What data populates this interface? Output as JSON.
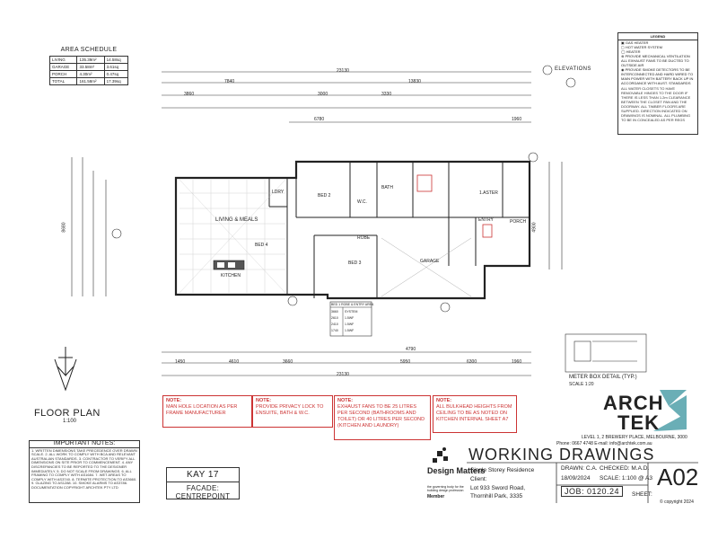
{
  "area_schedule": {
    "title": "AREA SCHEDULE",
    "rows": [
      {
        "name": "LIVING",
        "m2": "135.39m²",
        "sq": "14.58sq"
      },
      {
        "name": "GARAGE",
        "m2": "33.58m²",
        "sq": "3.61sq"
      },
      {
        "name": "PORCH",
        "m2": "4.30m²",
        "sq": "0.47sq"
      },
      {
        "name": "TOTAL",
        "m2": "161.58m²",
        "sq": "17.39sq"
      }
    ]
  },
  "legend": {
    "title": "LEGEND",
    "items": [
      "GAS HEATER",
      "HOT WATER SYSTEM",
      "HEATER",
      "PROVIDE MECHANICAL VENTILATION ALL EXHAUST FANS TO BE DUCTED TO OUTSIDE AIR",
      "PROVIDE SMOKE DETECTORS TO BE INTERCONNECTED AND HARD WIRED TO MAIN POWER WITH BATTERY BACK UP IN ACCORDANCE WITH AUST. STANDARDS"
    ],
    "note": "ALL WATER CLOSETS TO HAVE REMOVABLE HINGES TO THE DOOR IF THERE IS LESS THAN 1.2m CLEARANCE BETWEEN THE CLOSET PAN AND THE DOORWAY. ALL TIMBER FLOORS ARE SUPPLIED. DIRECTION INDICATED ON DRAWINGS IS NOMINAL. ALL PLUMBING TO BE IN CONCEALED AS PER REGS"
  },
  "plan": {
    "rooms": {
      "living": "LIVING & MEALS",
      "kitchen": "KITCHEN",
      "bed4": "BED 4",
      "bed3": "BED 3",
      "bed2": "BED 2",
      "master": "1.ASTER",
      "ldry": "LDRY",
      "bath": "BATH",
      "garage": "GARAGE",
      "robe": "ROBE",
      "entry": "ENTRY",
      "porch": "PORCH",
      "wc": "W.C."
    },
    "dims": {
      "overall_top": "23130",
      "overall_bottom": "23130",
      "d1": "7840",
      "d2": "13830",
      "d3": "3860",
      "d4": "6780",
      "d5": "3000",
      "d6": "3330",
      "d7": "4790",
      "d8": "6300",
      "d9": "1960",
      "d10": "5950",
      "d11": "4900",
      "d12": "8680",
      "d13": "4610",
      "d14": "3660",
      "d15": "1450"
    },
    "elevations_label": "ELEVATIONS",
    "door_schedule": {
      "title": "BED 1 ROBE & ENTRY AREA",
      "rows": [
        [
          "3660",
          "SYSTEM"
        ],
        [
          "2610",
          "1.5WF"
        ],
        [
          "2410",
          "1.5WF"
        ],
        [
          "1740",
          "1.5WF"
        ]
      ]
    }
  },
  "floor_plan": {
    "title": "FLOOR PLAN",
    "scale": "1:100"
  },
  "meter_box": {
    "label": "METER BOX DETAIL (TYP.)",
    "scale": "SCALE 1:20"
  },
  "red_notes": [
    {
      "label": "NOTE:",
      "text": "MAN HOLE LOCATION AS PER FRAME MANUFACTURER"
    },
    {
      "label": "NOTE:",
      "text": "PROVIDE PRIVACY LOCK TO ENSUITE, BATH & W.C."
    },
    {
      "label": "NOTE:",
      "text": "EXHAUST FANS TO BE 25 LITRES PER SECOND (BATHROOMS AND TOILET) OR 40 LITRES PER SECOND (KITCHEN AND LAUNDRY)"
    },
    {
      "label": "NOTE:",
      "text": "ALL BULKHEAD HEIGHTS FROM CEILING TO BE AS NOTED ON KITCHEN INTERNAL SHEET A7"
    }
  ],
  "important_notes": {
    "title": "IMPORTANT NOTES:",
    "text": "1. WRITTEN DIMENSIONS TAKE PRECEDENCE OVER DRAWN SCALE. 2. ALL WORK TO COMPLY WITH BCA AND RELEVANT AUSTRALIAN STANDARDS. 3. CONTRACTOR TO VERIFY ALL DIMENSIONS ON SITE PRIOR TO COMMENCEMENT. 4. ANY DISCREPANCIES TO BE REPORTED TO THE DESIGNER IMMEDIATELY. 5. DO NOT SCALE FROM DRAWINGS. 6. ALL FRAMING TO COMPLY WITH AS1684. 7. WET AREAS TO COMPLY WITH AS3740. 8. TERMITE PROTECTION TO AS3660. 9. GLAZING TO AS1288. 10. SMOKE ALARMS TO AS3786. DOCUMENTATION COPYRIGHT ARCHTEK PTY LTD"
  },
  "project": {
    "name": "KAY 17",
    "facade": "FACADE: CENTREPOINT"
  },
  "design_matters": {
    "title": "Design Matters",
    "sub": "the governing body for the building design profession",
    "member": "Member"
  },
  "firm": {
    "name_top": "ARCH",
    "name_bottom": "TEK",
    "address": "LEVEL 1, 2 BREWERY PLACE, MELBOURNE, 3000",
    "contact": "Phone: 0667 4748 E-mail: info@archtek.com.au"
  },
  "title_block": {
    "heading": "WORKING DRAWINGS",
    "description": "Single Storey Residence",
    "client_label": "Client:",
    "address_line1": "Lot 933 Sword Road,",
    "address_line2": "Thornhill Park, 3335",
    "drawn": "DRAWN: C.A.",
    "checked": "CHECKED: M.A.D.",
    "date": "18/09/2024",
    "scale": "SCALE: 1:100 @ A3",
    "job": "JOB: 0120.24",
    "sheet_label": "SHEET:",
    "sheet": "A02",
    "copyright": "© copyright 2024"
  }
}
